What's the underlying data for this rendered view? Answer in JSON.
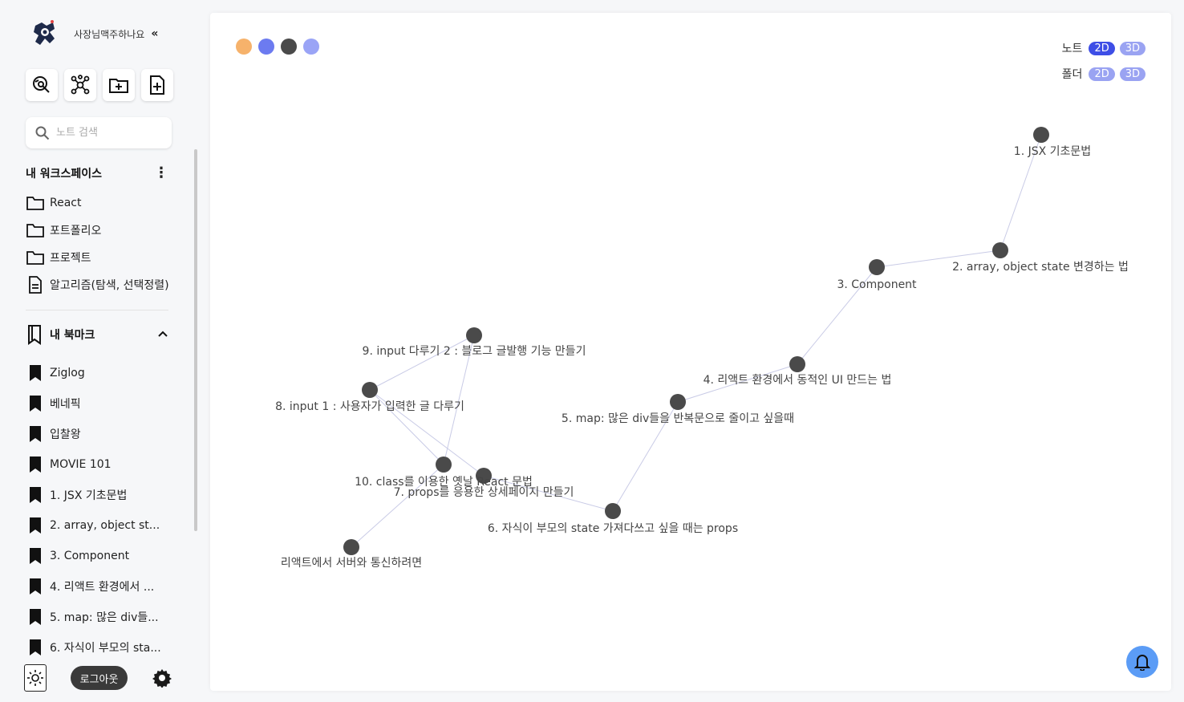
{
  "brand": {
    "name": "사장님맥주하나요",
    "collapse": "«"
  },
  "toolbar": {
    "icons": [
      "graph-search-icon",
      "graph-icon",
      "folder-add-icon",
      "file-add-icon"
    ]
  },
  "search": {
    "placeholder": "노트 검색",
    "value": ""
  },
  "workspace": {
    "title": "내 워크스페이스",
    "menu": "⋮",
    "items": [
      {
        "type": "folder",
        "label": "React"
      },
      {
        "type": "folder",
        "label": "포트폴리오"
      },
      {
        "type": "folder",
        "label": "프로젝트"
      },
      {
        "type": "file",
        "label": "알고리즘(탐색, 선택정렬)"
      }
    ]
  },
  "bookmarks": {
    "title": "내 북마크",
    "toggle": "⌃",
    "items": [
      "Ziglog",
      "베네픽",
      "입찰왕",
      "MOVIE 101",
      "1. JSX 기초문법",
      "2. array, object st...",
      "3. Component",
      "4. 리액트 환경에서 ...",
      "5. map: 많은 div들...",
      "6. 자식이 부모의 sta..."
    ]
  },
  "bottom": {
    "logout": "로그아웃"
  },
  "palette": [
    "#f6b26b",
    "#6c7bf0",
    "#4a4a4a",
    "#9aa4f6"
  ],
  "graph_mode": {
    "note_label": "노트",
    "folder_label": "폴더",
    "two_d": "2D",
    "three_d": "3D",
    "active_color": "#3e4ee6",
    "inactive_color": "#9aa3f2"
  },
  "graph": {
    "nodes": [
      {
        "id": "n1",
        "label": "1. JSX 기초문법"
      },
      {
        "id": "n2",
        "label": "2. array, object state 변경하는 법"
      },
      {
        "id": "n3",
        "label": "3. Component"
      },
      {
        "id": "n4",
        "label": "4. 리액트 환경에서 동적인 UI 만드는 법"
      },
      {
        "id": "n5",
        "label": "5. map: 많은 div들을 반복문으로 줄이고 싶을때"
      },
      {
        "id": "n6",
        "label": "6. 자식이 부모의 state 가져다쓰고 싶을 때는 props"
      },
      {
        "id": "n7",
        "label": "7. props를 응용한 상세페이지 만들기"
      },
      {
        "id": "n8",
        "label": "8. input 1 : 사용자가 입력한 글 다루기"
      },
      {
        "id": "n9",
        "label": "9. input 다루기 2 : 블로그 글발행 기능 만들기"
      },
      {
        "id": "n10",
        "label": "10. class를 이용한 옛날 React 문법"
      },
      {
        "id": "n11",
        "label": "리액트에서 서버와 통신하려면"
      }
    ],
    "edges": [
      [
        "n1",
        "n2"
      ],
      [
        "n2",
        "n3"
      ],
      [
        "n3",
        "n4"
      ],
      [
        "n4",
        "n5"
      ],
      [
        "n5",
        "n6"
      ],
      [
        "n6",
        "n7"
      ],
      [
        "n7",
        "n8"
      ],
      [
        "n8",
        "n9"
      ],
      [
        "n9",
        "n10"
      ],
      [
        "n10",
        "n8"
      ],
      [
        "n10",
        "n11"
      ]
    ]
  }
}
